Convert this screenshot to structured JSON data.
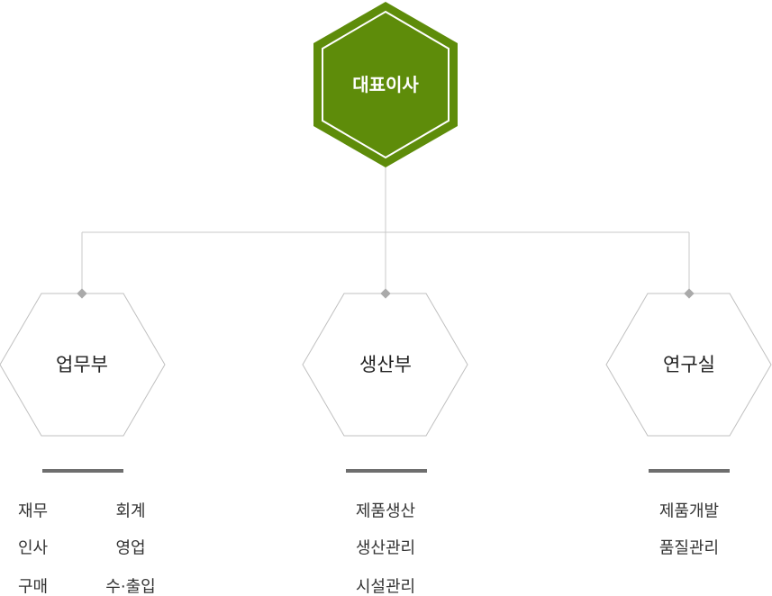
{
  "ceo": {
    "label": "대표이사",
    "color": "#5e8c0a"
  },
  "departments": [
    {
      "name": "업무부",
      "items": [
        "재무",
        "회계",
        "인사",
        "영업",
        "구매",
        "수·출입"
      ]
    },
    {
      "name": "생산부",
      "items": [
        "제품생산",
        "생산관리",
        "시설관리"
      ]
    },
    {
      "name": "연구실",
      "items": [
        "제품개발",
        "품질관리"
      ]
    }
  ],
  "colors": {
    "connector": "#c8c8c8",
    "node_diamond": "#aaaaaa",
    "hex_border": "#c0c0c0",
    "underline": "#6e6e6e"
  }
}
